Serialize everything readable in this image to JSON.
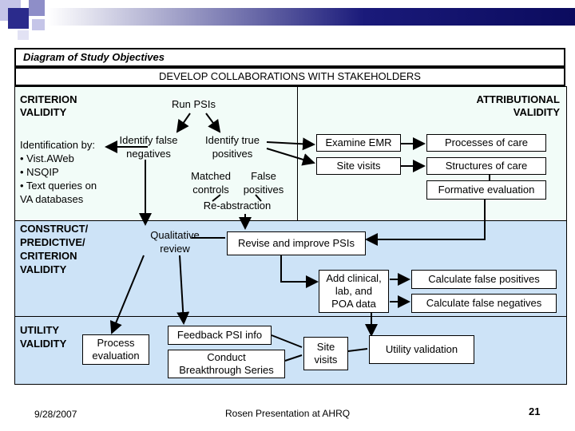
{
  "title": "Diagram of Study Objectives",
  "top_banner": "DEVELOP COLLABORATIONS WITH STAKEHOLDERS",
  "sections": {
    "criterion": "CRITERION\nVALIDITY",
    "attributional": "ATTRIBUTIONAL\nVALIDITY",
    "construct": "CONSTRUCT/\nPREDICTIVE/\nCRITERION\nVALIDITY",
    "utility": "UTILITY\nVALIDITY"
  },
  "nodes": {
    "run_psis": "Run PSIs",
    "identification": "Identification by:\n• Vist.AWeb\n• NSQIP\n• Text queries on\nVA databases",
    "identify_false_negatives": "Identify false\nnegatives",
    "identify_true_positives": "Identify true\npositives",
    "matched_controls": "Matched\ncontrols",
    "false_positives": "False\npositives",
    "re_abstraction": "Re-abstraction",
    "examine_emr": "Examine EMR",
    "site_visits_top": "Site visits",
    "processes_of_care": "Processes of care",
    "structures_of_care": "Structures of care",
    "formative_evaluation": "Formative evaluation",
    "qualitative_review": "Qualitative\nreview",
    "revise_improve": "Revise and improve PSIs",
    "add_clinical": "Add clinical,\nlab, and\nPOA data",
    "calc_false_positives": "Calculate false positives",
    "calc_false_negatives": "Calculate false negatives",
    "process_evaluation": "Process\nevaluation",
    "feedback_psi": "Feedback PSI info",
    "conduct_breakthrough": "Conduct\nBreakthrough Series",
    "site_visits_bottom": "Site\nvisits",
    "utility_validation": "Utility validation"
  },
  "footer": {
    "date": "9/28/2007",
    "presenter": "Rosen Presentation at AHRQ",
    "page_number": "21"
  },
  "colors": {
    "band_light_green": "#f2fcf8",
    "band_light_blue": "#cde3f7",
    "header_navy": "#0b0b5e",
    "square_blue": "#2b2b8c"
  }
}
